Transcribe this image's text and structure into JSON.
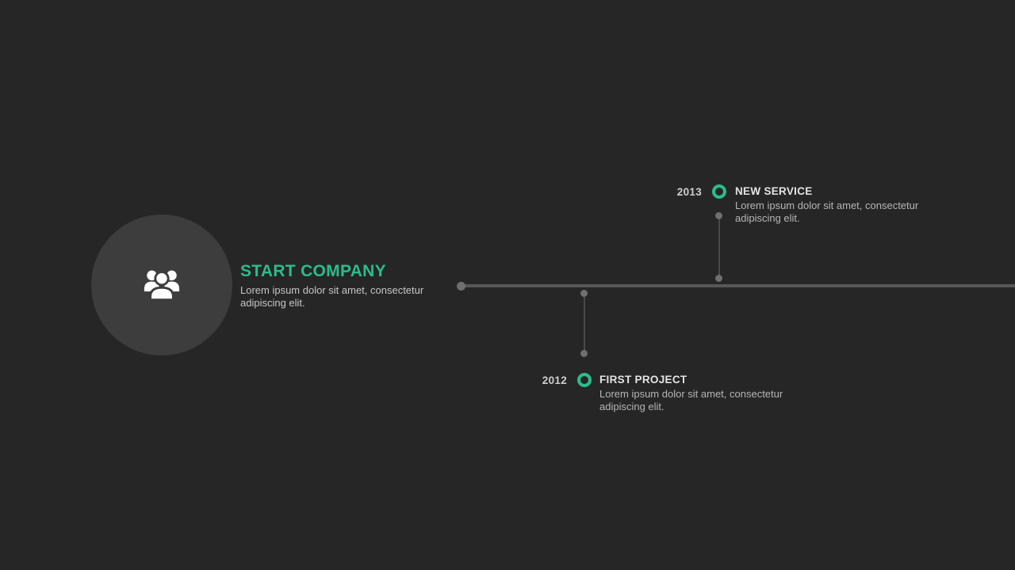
{
  "theme": {
    "background": "#262626",
    "accent": "#2abd8c",
    "circle_color": "#3d3d3d",
    "line_color": "#585858",
    "connector_color": "#4a4a4a",
    "dot_color": "#6f6f6f",
    "year_color": "#cfcfcf",
    "title_color": "#e4e4e4",
    "body_color": "#b5b5b5",
    "icon_color": "#ffffff"
  },
  "feature": {
    "icon": "users-icon",
    "title": "START COMPANY",
    "description": "Lorem ipsum dolor sit amet, consectetur adipiscing elit."
  },
  "events": [
    {
      "year": "2013",
      "title": "NEW SERVICE",
      "description": "Lorem ipsum dolor sit amet, consectetur adipiscing elit.",
      "position": "above-line"
    },
    {
      "year": "2012",
      "title": "FIRST PROJECT",
      "description": "Lorem ipsum dolor sit amet, consectetur adipiscing elit.",
      "position": "below-line"
    }
  ]
}
